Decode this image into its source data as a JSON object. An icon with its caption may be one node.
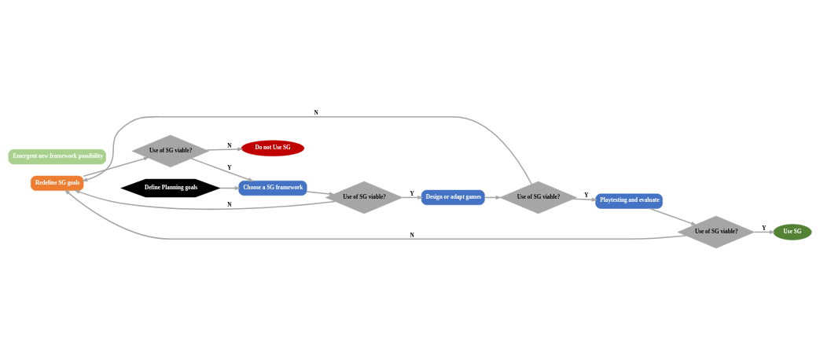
{
  "diagram": {
    "nodes": [
      {
        "text": [
          "Redefine SG goals"
        ]
      },
      {
        "text": [
          "Use of SG viable?"
        ]
      },
      {
        "text": [
          "Do not Use SG"
        ]
      },
      {
        "text": [
          "Define Planning goals"
        ]
      },
      {
        "text": [
          "Choose a SG framework"
        ]
      },
      {
        "text": [
          "Use of SG viable?"
        ]
      },
      {
        "text": [
          "Design or adapt games"
        ]
      },
      {
        "text": [
          "Use of SG viable?"
        ]
      },
      {
        "text": [
          "Playtesting and evaluate"
        ]
      },
      {
        "text": [
          "Use of SG viable?"
        ]
      },
      {
        "text": [
          "Emergent new framework possibility"
        ]
      },
      {
        "text": [
          "Use SG"
        ]
      }
    ],
    "edges": [
      {
        "from": 0,
        "to": 1,
        "arrow": "to"
      },
      {
        "from": 1,
        "to": 2,
        "arrow": "to",
        "label": "N"
      },
      {
        "from": 1,
        "to": 4,
        "arrow": "to",
        "label": "Y"
      },
      {
        "from": 3,
        "to": 4,
        "arrow": "to"
      },
      {
        "from": 4,
        "to": 5,
        "arrow": "to"
      },
      {
        "from": 5,
        "to": 6,
        "arrow": "to",
        "label": "Y"
      },
      {
        "from": 5,
        "to": 0,
        "arrow": "to",
        "label": "N"
      },
      {
        "from": 6,
        "to": 7,
        "arrow": "to"
      },
      {
        "from": 7,
        "to": 8,
        "arrow": "to",
        "label": "Y"
      },
      {
        "from": 7,
        "to": 0,
        "arrow": "to",
        "label": "N"
      },
      {
        "from": 8,
        "to": 9,
        "arrow": "to"
      },
      {
        "from": 9,
        "to": 11,
        "arrow": "to",
        "label": "Y"
      },
      {
        "from": 9,
        "to": 0,
        "arrow": "to",
        "label": "N"
      }
    ]
  }
}
